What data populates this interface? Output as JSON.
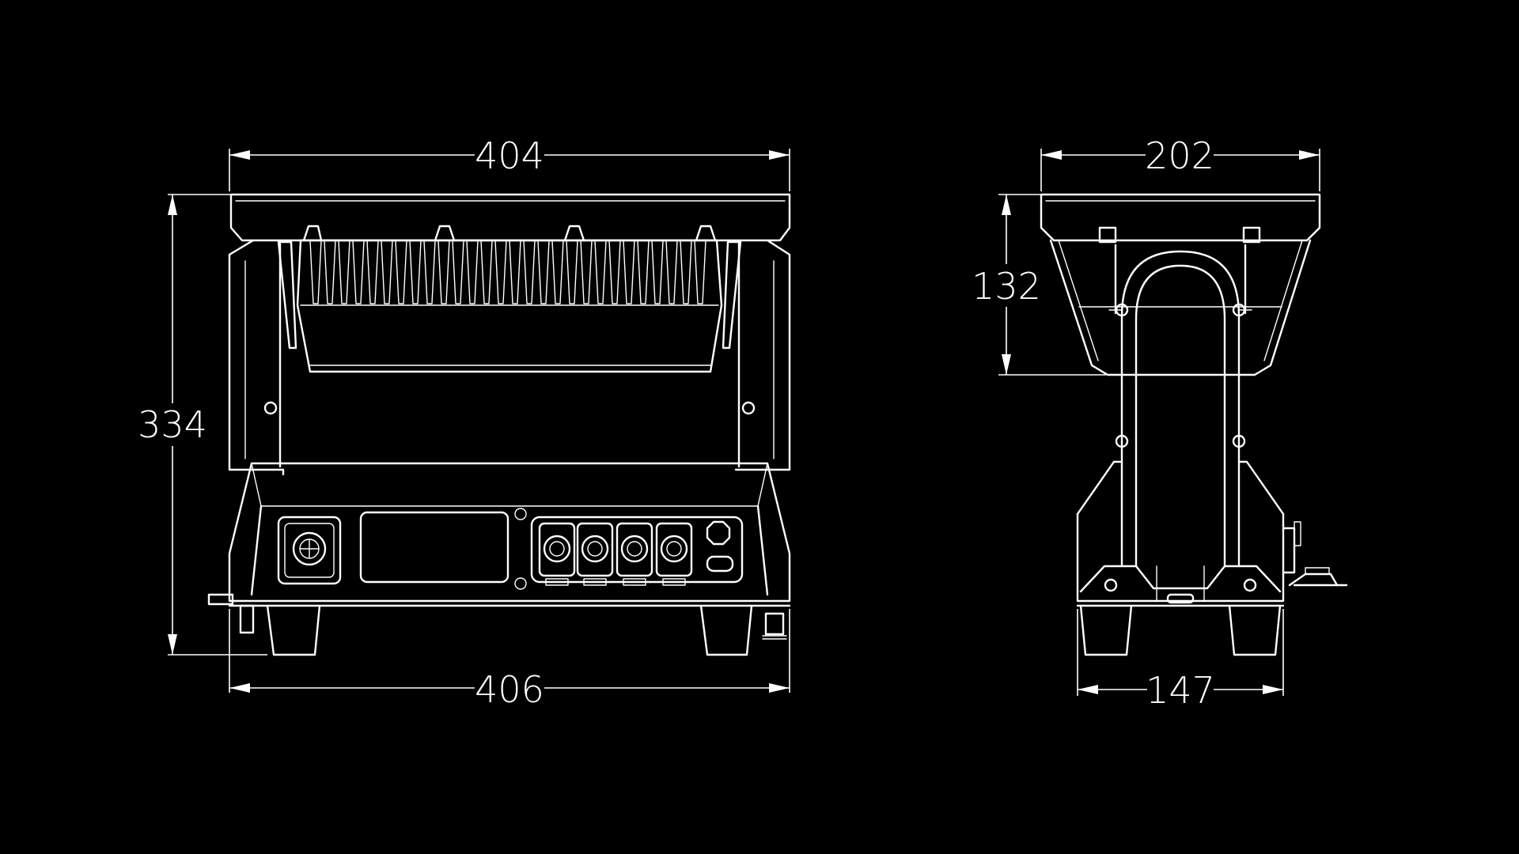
{
  "front_view": {
    "dim_top_width": "404",
    "dim_bottom_width": "406",
    "dim_height": "334"
  },
  "side_view": {
    "dim_top_width": "202",
    "dim_head_height": "132",
    "dim_base_width": "147"
  },
  "colors": {
    "background": "#000000",
    "line": "#ffffff"
  }
}
